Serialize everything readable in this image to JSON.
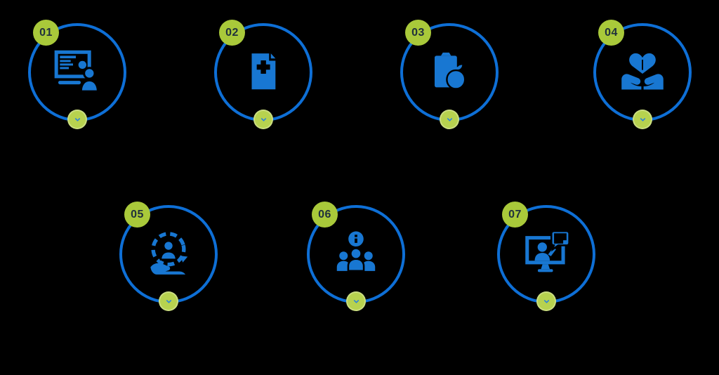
{
  "diagram": {
    "background_color": "#000000",
    "colors": {
      "ring_blue": "#0e6fd6",
      "icon_blue": "#1877d2",
      "number_badge_green": "#a9c93a",
      "chevron_badge_green": "#b7d24f",
      "number_text": "#20303c",
      "chevron_blue": "#2e86d8"
    },
    "steps": [
      {
        "number": "01",
        "icon": "online-doctor-computer-icon"
      },
      {
        "number": "02",
        "icon": "medical-document-icon"
      },
      {
        "number": "03",
        "icon": "diet-clipboard-apple-icon"
      },
      {
        "number": "04",
        "icon": "hands-holding-heart-icon"
      },
      {
        "number": "05",
        "icon": "patient-care-cycle-icon"
      },
      {
        "number": "06",
        "icon": "patient-group-info-icon"
      },
      {
        "number": "07",
        "icon": "telehealth-consultation-icon"
      }
    ]
  }
}
